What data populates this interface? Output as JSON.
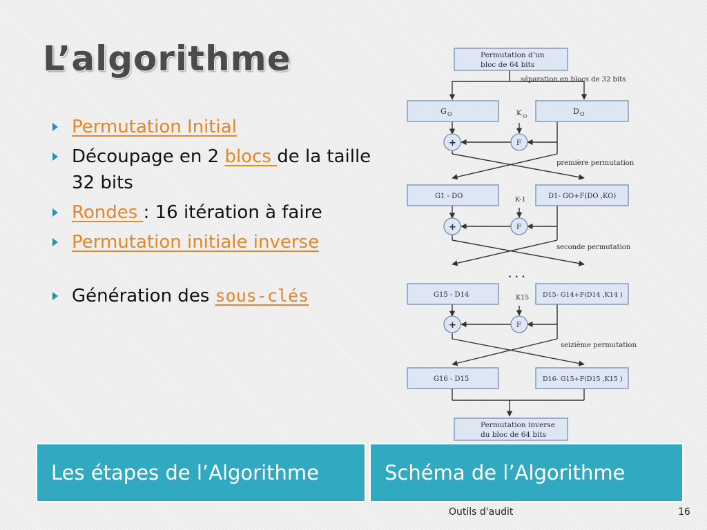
{
  "title": "L’algorithme",
  "bullets": {
    "b1": {
      "link": "Permutation Initial"
    },
    "b2": {
      "text_before": "Découpage en 2 ",
      "link": "blocs ",
      "text_after": "de la taille 32 bits"
    },
    "b3": {
      "link": "Rondes ",
      "text_after": ": 16 itération à faire"
    },
    "b4": {
      "link": "Permutation initiale inverse"
    },
    "b5": {
      "text_before": "Génération des ",
      "link": "sous-clés"
    }
  },
  "diagram": {
    "top_box": [
      "Permutation d’un",
      "bloc de 64 bits"
    ],
    "split_label": "séparation en blocs de 32 bits",
    "g0": "G",
    "g0_sub": "O",
    "d0": "D",
    "d0_sub": "O",
    "k0": "K",
    "k0_sub": "O",
    "plus": "+",
    "f": "F",
    "perm1": "première permutation",
    "g1": "G1 - DO",
    "k1": "K-1",
    "d1": "D1- GO+F(DO ,KO)",
    "perm2": "seconde permutation",
    "dots": ". . .",
    "g15": "G15 - D14",
    "k15": "K15",
    "d15": "D15- G14+F(D14 ,K14 )",
    "perm16": "seizième permutation",
    "g16": "G16 - D15",
    "d16": "D16- G15+F(D15 ,K15 )",
    "bottom_box": [
      "Permutation inverse",
      "du bloc de 64 bits"
    ]
  },
  "captions": {
    "left": "Les étapes de l’Algorithme",
    "right": "Schéma de l’Algorithme"
  },
  "footer": {
    "center": "Outils d'audit",
    "page": "16"
  },
  "colors": {
    "accent": "#31a9c1",
    "link": "#e88524",
    "box_fill": "#dde6f2"
  }
}
